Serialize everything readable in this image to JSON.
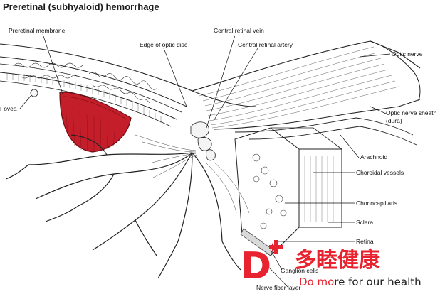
{
  "title": "Preretinal (subhyaloid) hemorrhage",
  "labels": {
    "preretinal_membrane": "Preretinal membrane",
    "edge_of_optic_disc": "Edge of optic disc",
    "central_retinal_vein": "Central retinal vein",
    "central_retinal_artery": "Central retinal artery",
    "optic_nerve": "Optic nerve",
    "fovea": "Fovea",
    "optic_nerve_sheath": "Optic nerve sheath",
    "dura": "(dura)",
    "arachnoid": "Arachnoid",
    "choroidal_vessels": "Choroidal vessels",
    "choriocapillaris": "Choriocapillaris",
    "sclera": "Sclera",
    "retina": "Retina",
    "ganglion_cells": "Ganglion cells",
    "nerve_fiber_layer": "Nerve fiber layer"
  },
  "watermark": {
    "letter": "D",
    "brand_cn": "多睦健康",
    "slogan_prefix": "Do mo",
    "slogan_suffix": "re for our health"
  },
  "colors": {
    "hemorrhage": "#c41e2a",
    "hemorrhage_dark": "#8e1018",
    "brand_red": "#e8232f",
    "ink": "#222222"
  }
}
